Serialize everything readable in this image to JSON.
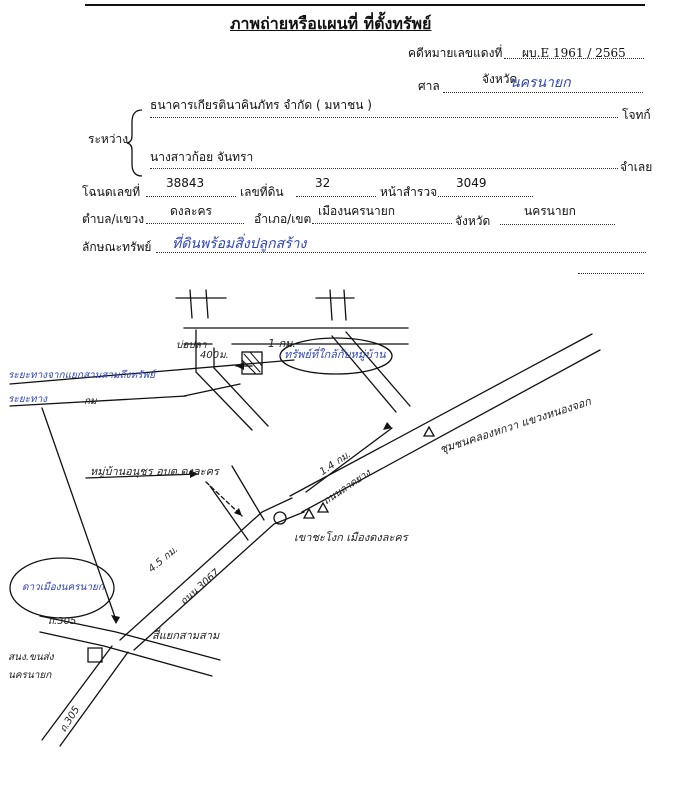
{
  "title": "ภาพถ่ายหรือแผนที่ ที่ตั้งทรัพย์",
  "header": {
    "case_no_label": "คดีหมายเลขแดงที่",
    "case_no_value": "ผบ.E 1961 / 2565",
    "court_label": "ศาล",
    "court_prefix": "จังหวัด",
    "court_handwritten": "นครนายก",
    "between_label": "ระหว่าง",
    "plaintiff_name": "ธนาคารเกียรตินาคินภัทร จำกัด ( มหาชน )",
    "plaintiff_role": "โจทก์",
    "defendant_name": "นางสาวก้อย จันทรา",
    "defendant_role": "จำเลย"
  },
  "property": {
    "deed_label": "โฉนดเลขที่",
    "deed_value": "38843",
    "land_no_label": "เลขที่ดิน",
    "land_no_value": "32",
    "survey_page_label": "หน้าสำรวจ",
    "survey_page_value": "3049",
    "subdistrict_label": "ตำบล/แขวง",
    "subdistrict_value": "ดงละคร",
    "district_label": "อำเภอ/เขต",
    "district_value": "เมืองนครนายก",
    "province_label": "จังหวัด",
    "province_value": "นครนายก",
    "type_label": "ลักษณะทรัพย์",
    "type_value": "ที่ดินพร้อมสิ่งปลูกสร้าง"
  },
  "map": {
    "scale_note": "1 กม.",
    "distance_400m": "400ม.",
    "target_label": "ทรัพย์ที่ใกล้กับหมู่บ้าน",
    "bangkok_label": "บ่อปลา",
    "left_caption_1": "ระยะทางจากแยกสามสามถึงทรัพย์",
    "left_caption_2": "ระยะทาง",
    "left_caption_km": "กม",
    "village_label": "หมู่บ้านอนุชร อบต.ดงละคร",
    "distance_14km": "1.4 กม.",
    "road_sub": "ถนนลาดยาง",
    "police_label": "ชุมชนคลองหกวา แขวงหนองจอก",
    "temple_label": "เขาชะโงก เมืองดงละคร",
    "distance_45km": "4.5 กม.",
    "road_3067": "ถนน 3067",
    "circled_label": "ดาวเมืองนครนายก",
    "road_305_a": "ถ.305",
    "road_305_b": "ถ.305",
    "junction_label": "สี่แยกสามสาม",
    "bottom_left_1": "สนง.ขนส่ง",
    "bottom_left_2": "นครนายก"
  }
}
